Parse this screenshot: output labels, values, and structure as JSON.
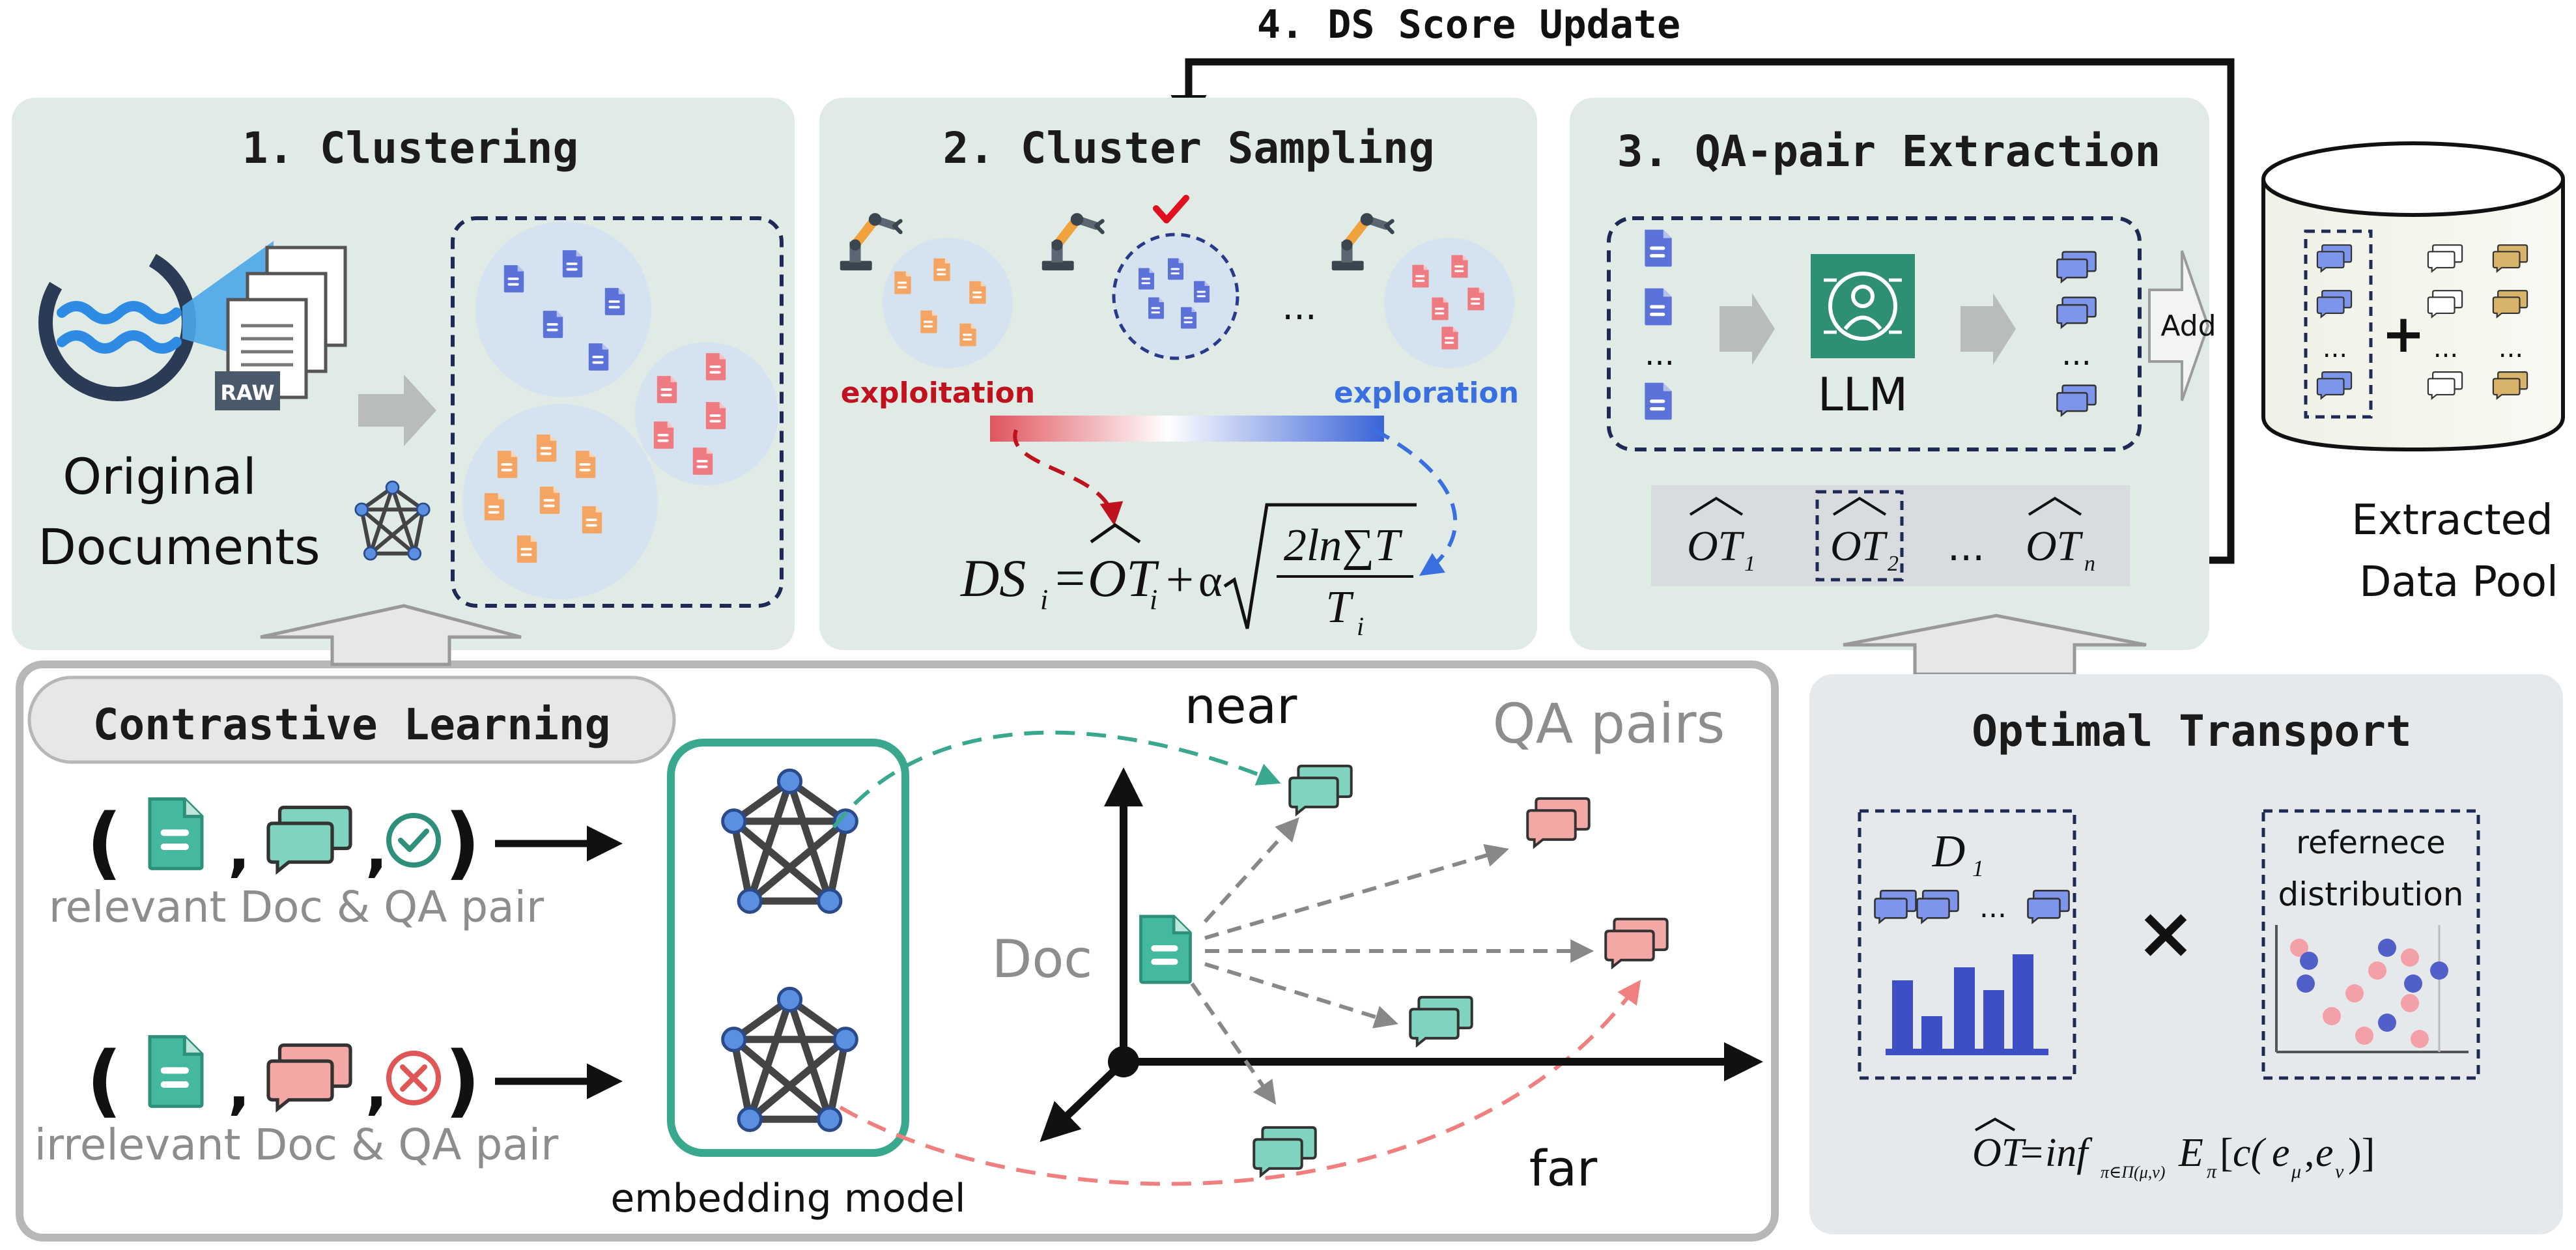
{
  "top_feedback": {
    "label": "4. DS Score Update"
  },
  "panel1": {
    "title": "1. Clustering",
    "raw_tag": "RAW",
    "source_line1": "Original",
    "source_line2": "Documents"
  },
  "panel2": {
    "title": "2. Cluster Sampling",
    "ellipsis": "...",
    "exploitation": "exploitation",
    "exploration": "exploration",
    "formula": {
      "lhs": "DS",
      "lhs_sub": "i",
      "eq": "=",
      "ot": "OT",
      "ot_sub": "i",
      "plus": "+",
      "alpha": "α",
      "numerator": "2ln∑T",
      "denominator": "T",
      "den_sub": "i"
    }
  },
  "panel3": {
    "title": "3. QA-pair Extraction",
    "llm": "LLM",
    "ellipsis": "...",
    "add": "Add",
    "scores": [
      {
        "ot": "OT",
        "sub": "1"
      },
      {
        "ot": "OT",
        "sub": "2"
      },
      {
        "ot": "OT",
        "sub": "n"
      }
    ],
    "scores_ellipsis": "..."
  },
  "pool": {
    "label_line1": "Extracted",
    "label_line2": "Data Pool",
    "plus": "+",
    "ellipsis": "..."
  },
  "contrastive": {
    "title": "Contrastive Learning",
    "row1_caption": "relevant Doc & QA pair",
    "row2_caption": "irrelevant Doc & QA pair",
    "comma": ",",
    "paren_open": "(",
    "paren_close": ")",
    "model_label": "embedding model",
    "near": "near",
    "far": "far",
    "qa_pairs": "QA pairs",
    "doc": "Doc"
  },
  "ot_panel": {
    "title": "Optimal Transport",
    "d1": "D",
    "d1_sub": "1",
    "d1_ellipsis": "...",
    "times": "×",
    "ref_line1": "refernece",
    "ref_line2": "distribution",
    "formula": {
      "ot": "OT",
      "eq": "=",
      "inf": "inf",
      "inf_sub": "π∈Π(μ,ν)",
      "e": "E",
      "e_sub": "π",
      "bracket_open": "[",
      "c": "c(",
      "e1": "e",
      "e1_sub": "μ",
      "comma": ",",
      "e2": "e",
      "e2_sub": "ν",
      "close": ")]"
    }
  },
  "colors": {
    "panel_bg": "#e1ebe6",
    "ot_panel_bg": "#e6e9ec",
    "accent_teal": "#3aa88f",
    "doc_blue": "#5b73d8",
    "doc_red": "#ef7b82",
    "doc_orange": "#f4a463",
    "exploitation": "#c0121e",
    "exploration": "#3a6fe0",
    "gray_text": "#8d8d8d"
  }
}
